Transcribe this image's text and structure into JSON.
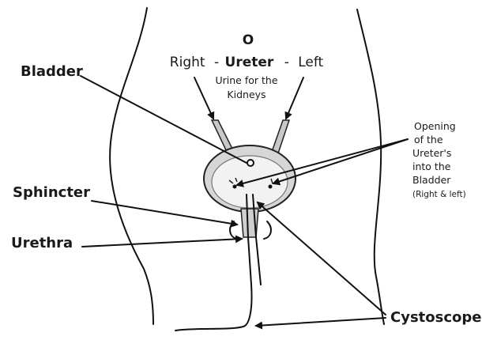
{
  "top_mark": "O",
  "ureter_label": {
    "right": "Right",
    "sep_left": "-",
    "middle": "Ureter",
    "sep_right": "-",
    "left": "Left"
  },
  "urine_note": {
    "line1": "Urine for the",
    "line2": "Kidneys"
  },
  "labels": {
    "bladder": "Bladder",
    "sphincter": "Sphincter",
    "urethra": "Urethra",
    "cystoscope": "Cystoscope"
  },
  "opening_note": {
    "line1": "Opening",
    "line2": "of the",
    "line3": "Ureter's",
    "line4": "into the",
    "line5": "Bladder",
    "line6": "(Right & left)"
  }
}
